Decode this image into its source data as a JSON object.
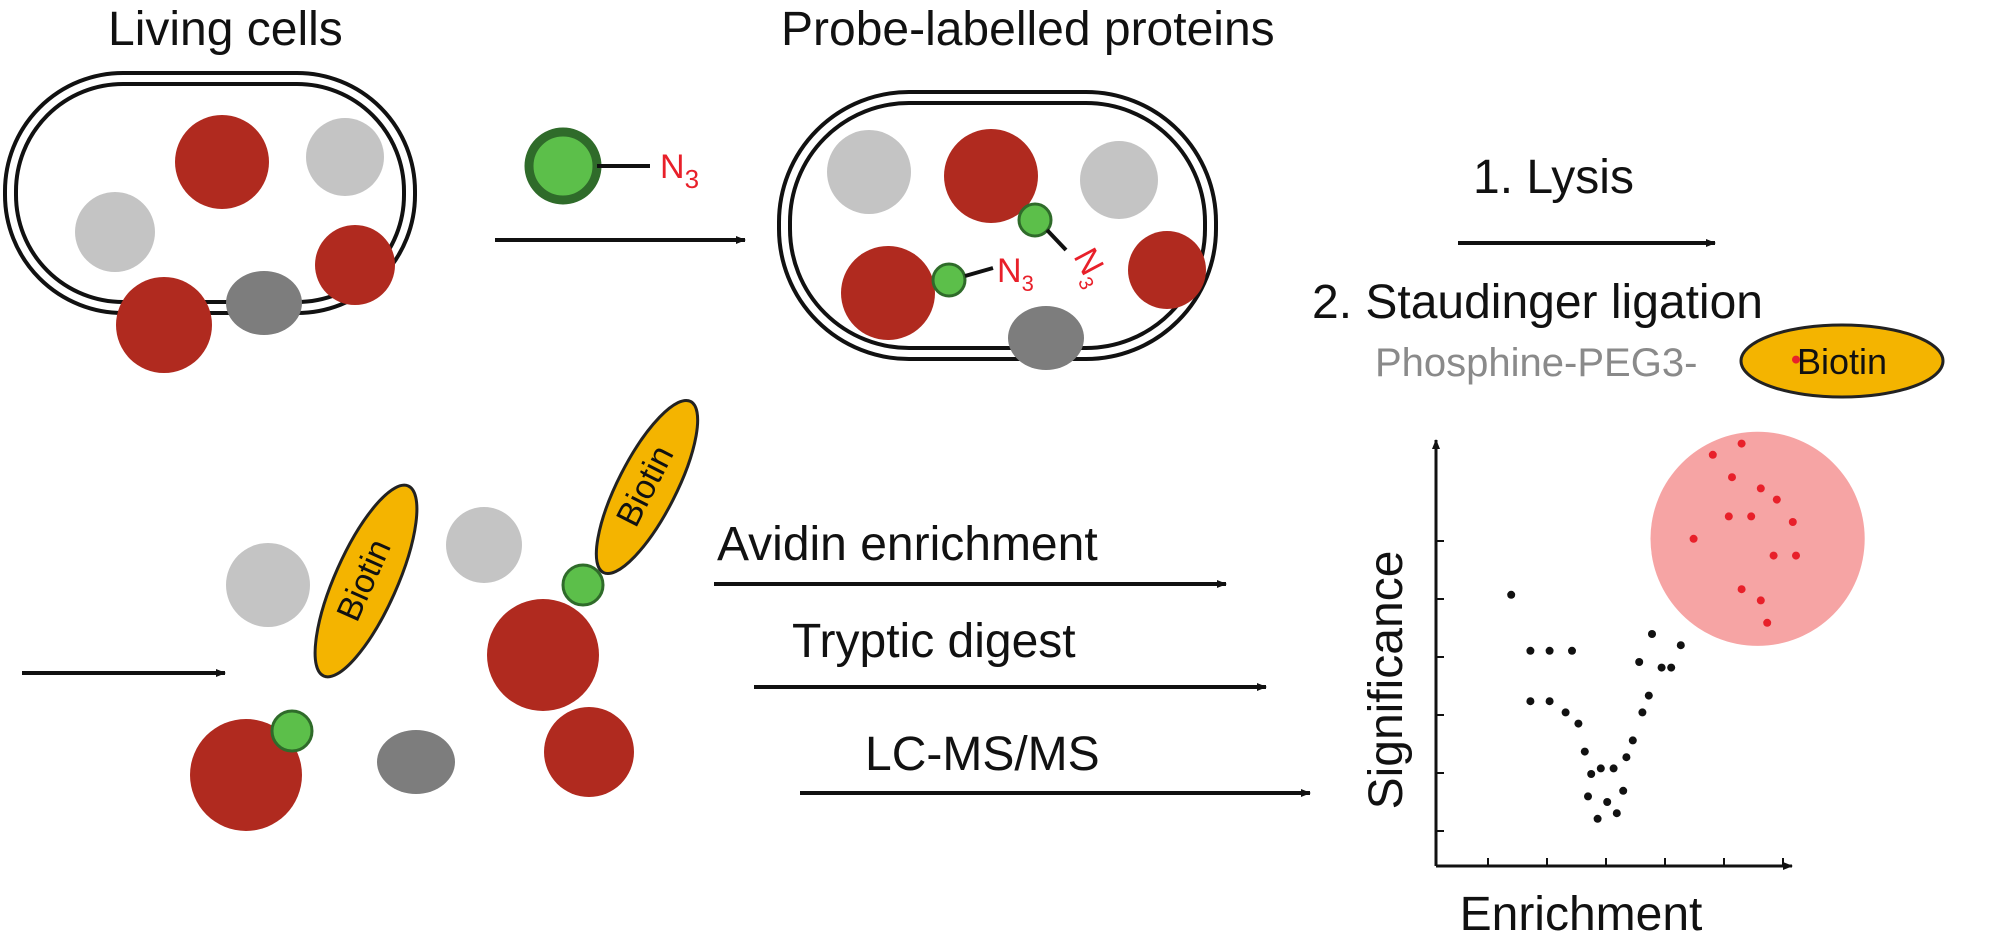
{
  "labels": {
    "living_cells": "Living cells",
    "probe_labelled": "Probe-labelled proteins",
    "lysis": "1. Lysis",
    "staudinger": "2. Staudinger ligation",
    "phosphine": "Phosphine-PEG3-",
    "biotin": "Biotin",
    "avidin": "Avidin enrichment",
    "tryptic": "Tryptic digest",
    "lcms": "LC-MS/MS",
    "n": "N",
    "n_sub": "3",
    "plot_ylabel": "Significance",
    "plot_xlabel": "Enrichment"
  },
  "colors": {
    "protein_red": "#b02a1f",
    "protein_light_grey": "#c4c4c4",
    "protein_dark_grey": "#7d7d7d",
    "probe_green": "#5cbf4a",
    "probe_green_edge": "#2f6b2a",
    "azide_red": "#e8202a",
    "biotin_yellow": "#f4b400",
    "enriched_zone": "#f6a4a4",
    "phosphine_grey": "#8a8a8a"
  },
  "chart_data": {
    "type": "scatter",
    "xlabel": "Enrichment",
    "ylabel": "Significance",
    "x_range": [
      0,
      10
    ],
    "y_range": [
      0,
      10
    ],
    "background_points": [
      [
        1.1,
        4.2
      ],
      [
        1.7,
        3.2
      ],
      [
        2.3,
        3.2
      ],
      [
        3.0,
        3.2
      ],
      [
        1.7,
        2.3
      ],
      [
        2.3,
        2.3
      ],
      [
        2.8,
        2.1
      ],
      [
        3.2,
        1.9
      ],
      [
        3.4,
        1.4
      ],
      [
        3.6,
        1.0
      ],
      [
        3.9,
        1.1
      ],
      [
        3.5,
        0.6
      ],
      [
        4.1,
        0.5
      ],
      [
        4.4,
        0.3
      ],
      [
        3.8,
        0.2
      ],
      [
        4.6,
        0.7
      ],
      [
        4.3,
        1.1
      ],
      [
        4.7,
        1.3
      ],
      [
        4.9,
        1.6
      ],
      [
        5.2,
        2.1
      ],
      [
        5.4,
        2.4
      ],
      [
        5.1,
        3.0
      ],
      [
        5.5,
        3.5
      ],
      [
        5.8,
        2.9
      ],
      [
        6.1,
        2.9
      ],
      [
        6.4,
        3.3
      ]
    ],
    "enriched_points": [
      [
        6.8,
        5.2
      ],
      [
        7.4,
        6.7
      ],
      [
        7.9,
        5.6
      ],
      [
        8.0,
        6.3
      ],
      [
        8.3,
        6.9
      ],
      [
        8.3,
        4.3
      ],
      [
        8.6,
        5.6
      ],
      [
        8.9,
        4.1
      ],
      [
        8.9,
        6.1
      ],
      [
        9.1,
        3.7
      ],
      [
        9.3,
        4.9
      ],
      [
        9.4,
        5.9
      ],
      [
        9.9,
        5.5
      ],
      [
        10.0,
        4.9
      ],
      [
        10.0,
        8.4
      ]
    ],
    "enriched_zone": {
      "cx": 8.8,
      "cy": 5.2,
      "r": 2.55
    }
  }
}
